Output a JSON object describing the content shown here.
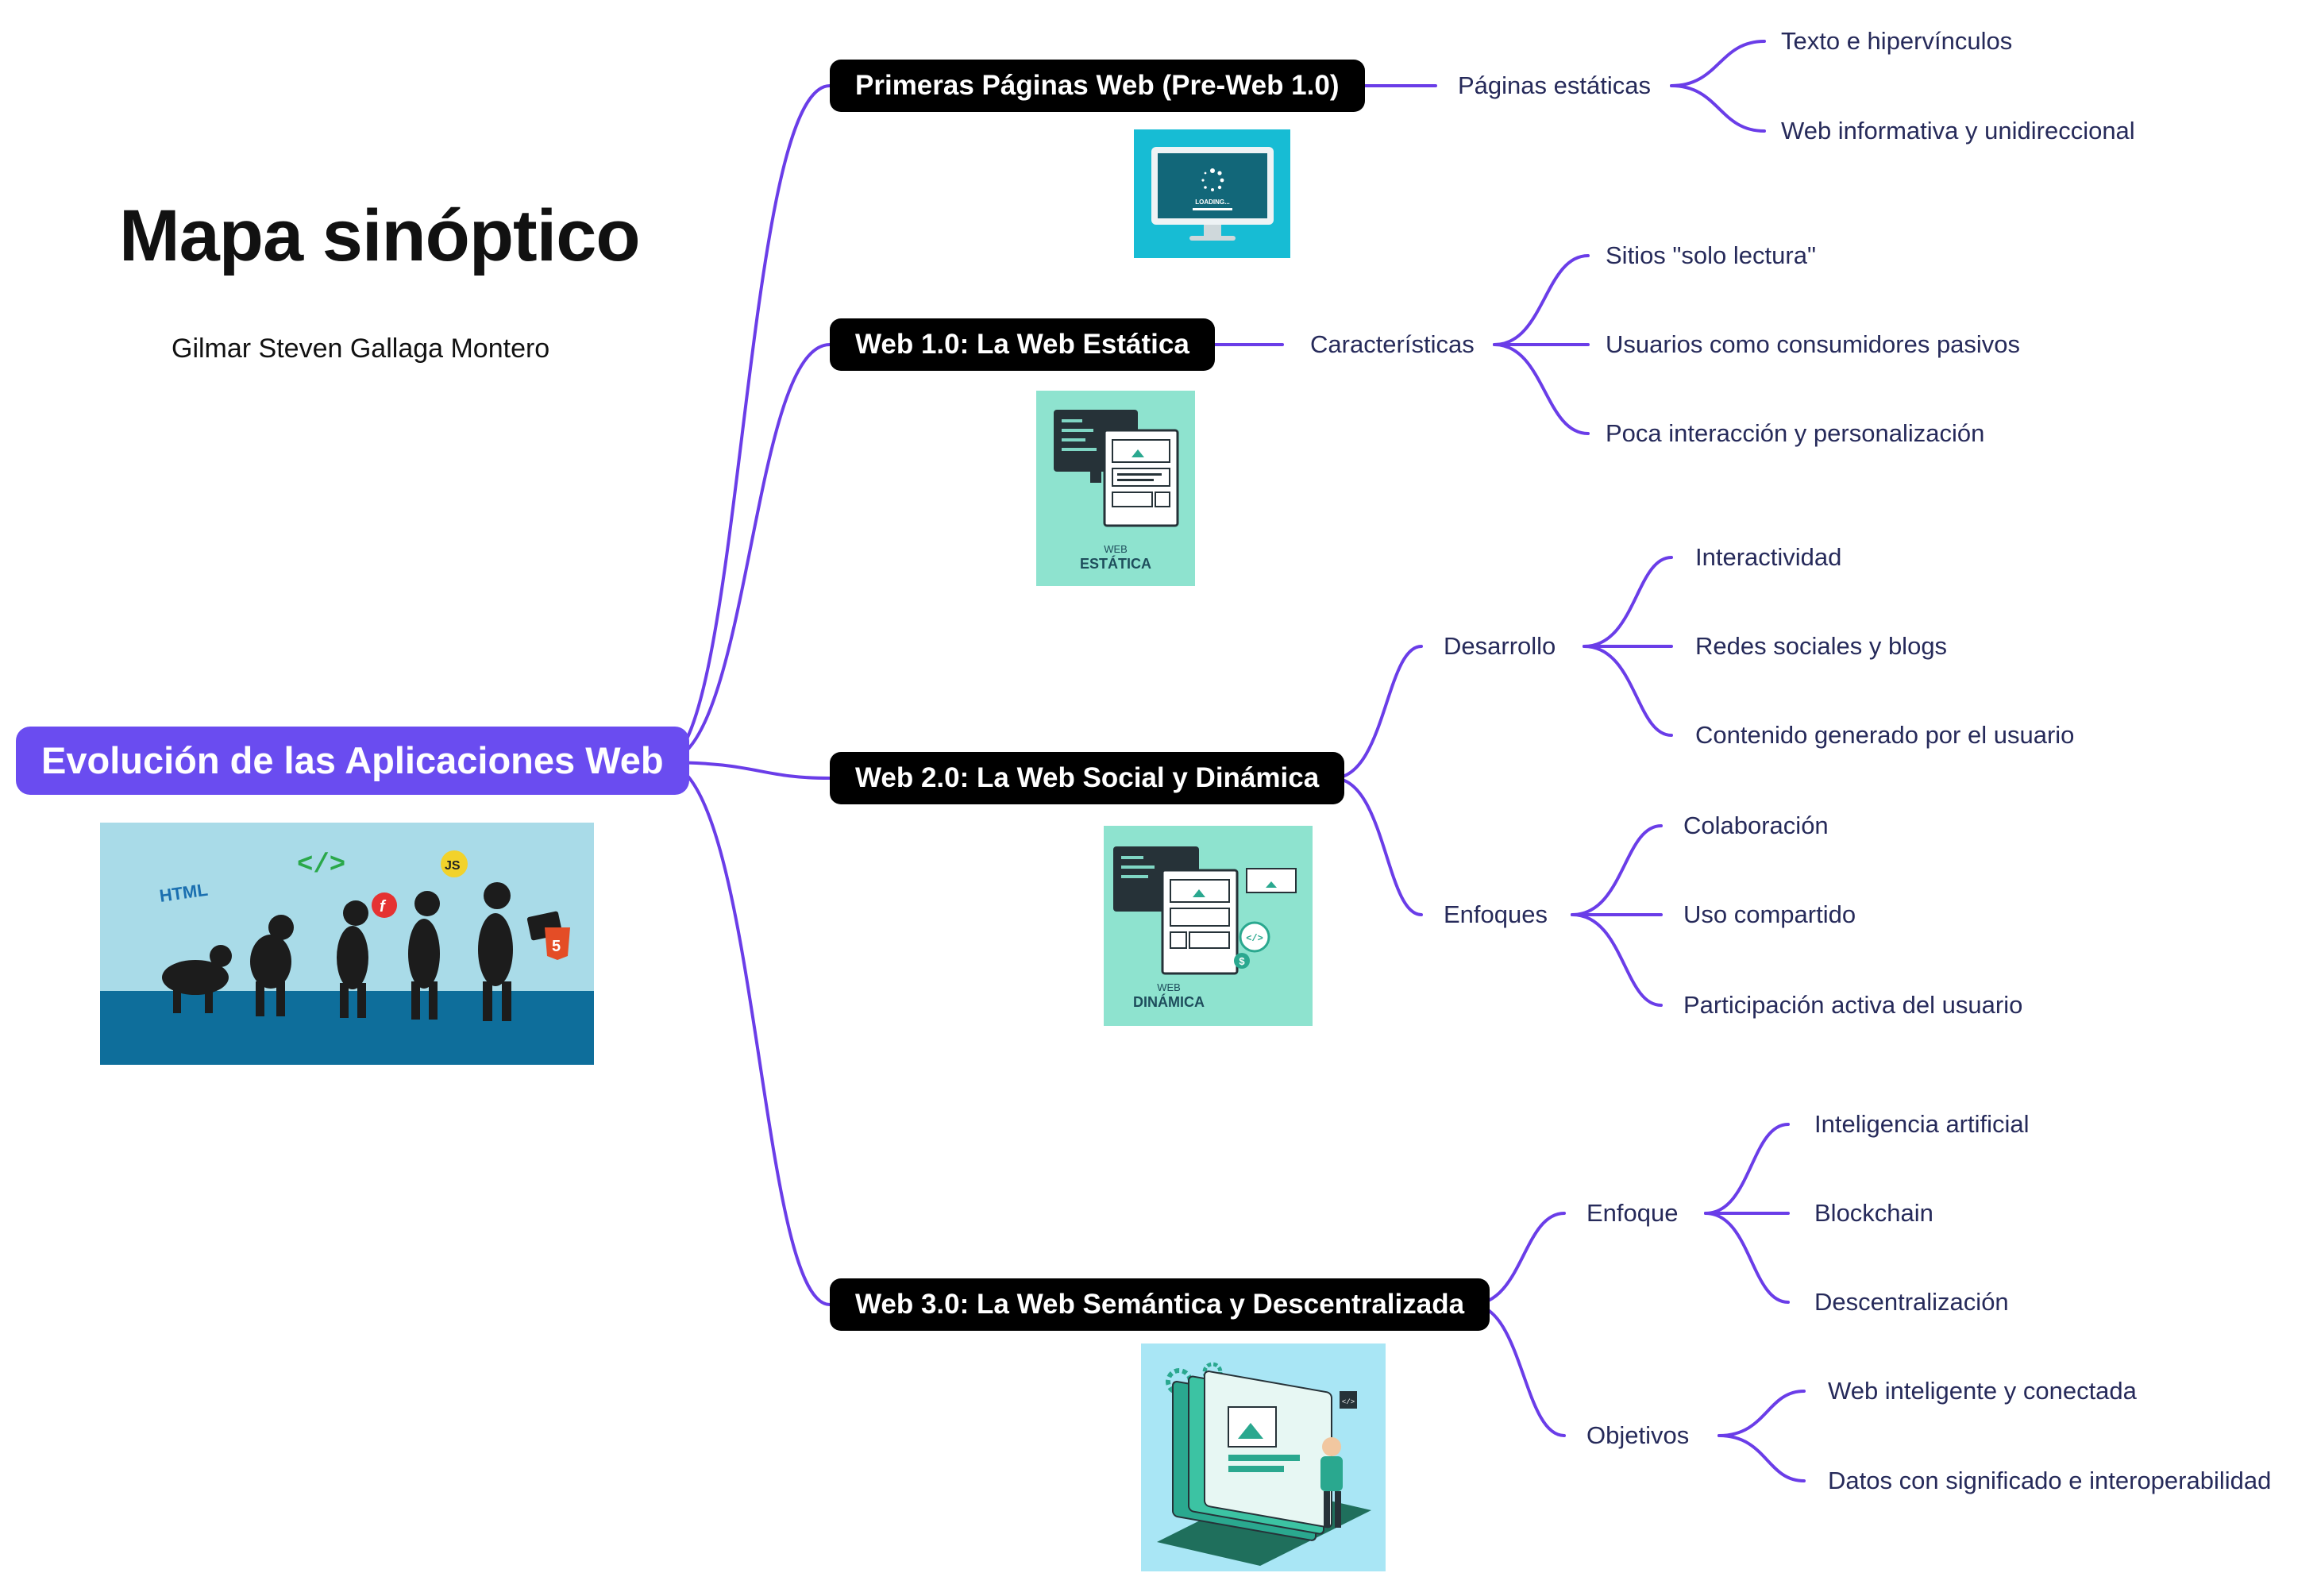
{
  "header": {
    "title": "Mapa sinóptico",
    "author": "Gilmar Steven Gallaga Montero"
  },
  "root": {
    "label": "Evolución de las Aplicaciones Web"
  },
  "branches": [
    {
      "label": "Primeras Páginas Web (Pre-Web 1.0)",
      "subs": [
        {
          "label": "Páginas estáticas",
          "items": [
            "Texto e hipervínculos",
            "Web informativa y unidireccional"
          ]
        }
      ],
      "image": {
        "icon": "loading-monitor-illustration",
        "text": "LOADING..."
      }
    },
    {
      "label": "Web 1.0: La Web Estática",
      "subs": [
        {
          "label": "Características",
          "items": [
            "Sitios \"solo lectura\"",
            "Usuarios como consumidores pasivos",
            "Poca interacción y personalización"
          ]
        }
      ],
      "image": {
        "icon": "static-web-illustration",
        "caption_small": "WEB",
        "caption_big": "ESTÁTICA"
      }
    },
    {
      "label": "Web 2.0: La Web Social y Dinámica",
      "subs": [
        {
          "label": "Desarrollo",
          "items": [
            "Interactividad",
            "Redes sociales y blogs",
            "Contenido generado por el usuario"
          ]
        },
        {
          "label": "Enfoques",
          "items": [
            "Colaboración",
            "Uso compartido",
            "Participación activa del usuario"
          ]
        }
      ],
      "image": {
        "icon": "dynamic-web-illustration",
        "caption_small": "WEB",
        "caption_big": "DINÁMICA"
      }
    },
    {
      "label": "Web 3.0: La Web Semántica y Descentralizada",
      "subs": [
        {
          "label": "Enfoque",
          "items": [
            "Inteligencia artificial",
            "Blockchain",
            "Descentralización"
          ]
        },
        {
          "label": "Objetivos",
          "items": [
            "Web inteligente y conectada",
            "Datos con significado e interoperabilidad"
          ]
        }
      ],
      "image": {
        "icon": "semantic-web-illustration"
      }
    }
  ],
  "root_image": {
    "icon": "evolution-web-illustration",
    "labels": [
      "HTML",
      "JS"
    ]
  },
  "colors": {
    "connector": "#6a3de8",
    "root_bg": "#6a4cf0",
    "branch_bg": "#000000",
    "node_text": "#262a5a"
  }
}
